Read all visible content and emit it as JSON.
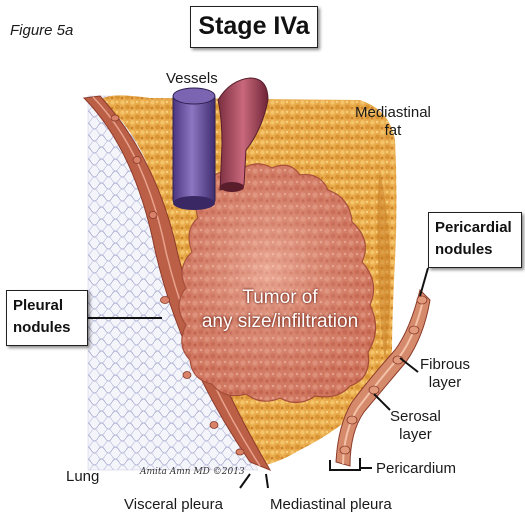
{
  "figure_label": "Figure 5a",
  "stage_title": "Stage IVa",
  "labels": {
    "vessels": "Vessels",
    "mediastinal_fat_line1": "Mediastinal",
    "mediastinal_fat_line2": "fat",
    "tumor_line1": "Tumor of",
    "tumor_line2": "any size/infiltration",
    "fibrous_line1": "Fibrous",
    "fibrous_line2": "layer",
    "serosal_line1": "Serosal",
    "serosal_line2": "layer",
    "pericardium": "Pericardium",
    "lung": "Lung",
    "visceral_pleura": "Visceral pleura",
    "mediastinal_pleura": "Mediastinal pleura"
  },
  "callouts": {
    "pericardial_line1": "Pericardial",
    "pericardial_line2": "nodules",
    "pleural_line1": "Pleural",
    "pleural_line2": "nodules"
  },
  "signature": "Amita Amn MD ©2013",
  "colors": {
    "fat": "#e8a94a",
    "tumor": "#d8826a",
    "pleura": "#b85a44",
    "vessel_vein": "#6a4f9a",
    "vessel_artery": "#a2465a",
    "lung_mesh": "#9aa0c8"
  }
}
